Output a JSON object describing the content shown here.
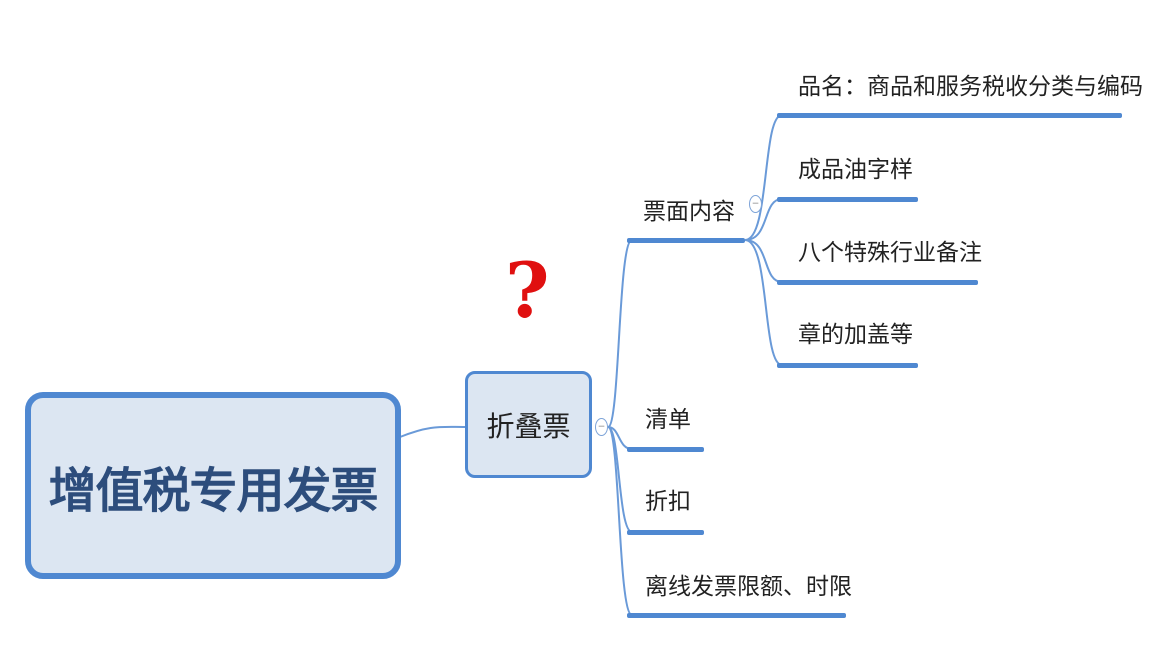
{
  "root": {
    "label": "增值税专用发票"
  },
  "main_topic": {
    "label": "折叠票",
    "annotation": "?"
  },
  "subtopics": [
    {
      "label": "票面内容",
      "children": [
        {
          "label": "品名：商品和服务税收分类与编码"
        },
        {
          "label": "成品油字样"
        },
        {
          "label": "八个特殊行业备注"
        },
        {
          "label": "章的加盖等"
        }
      ]
    },
    {
      "label": "清单"
    },
    {
      "label": "折扣"
    },
    {
      "label": "离线发票限额、时限"
    }
  ],
  "colors": {
    "accent": "#4f88d1",
    "node_fill": "#dce6f2",
    "question": "#e01010"
  }
}
